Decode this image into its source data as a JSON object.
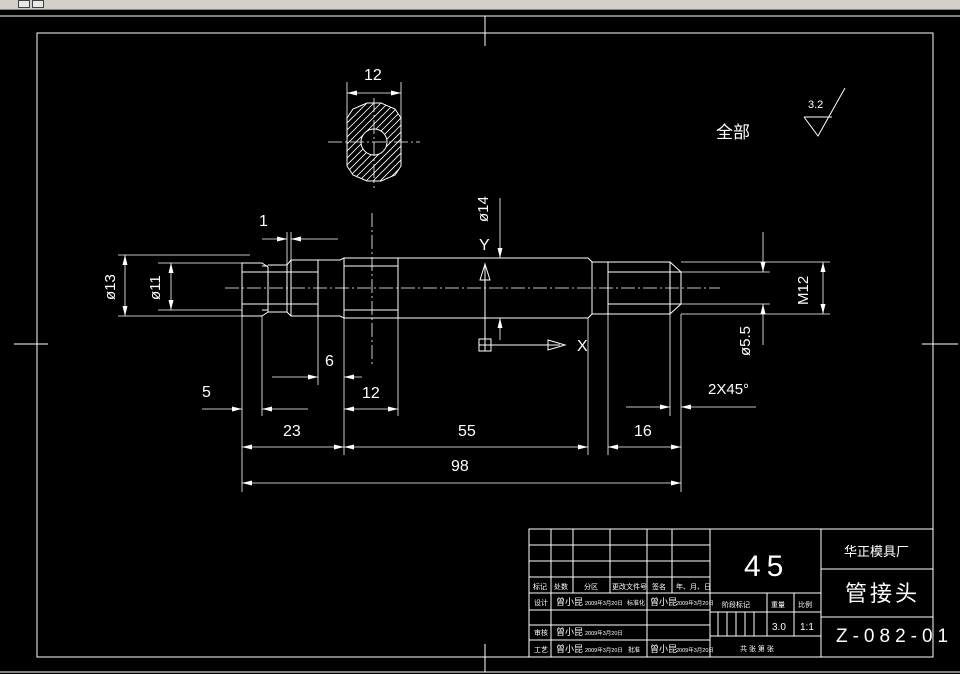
{
  "window": {
    "toolbar_tabs": 2
  },
  "drawing": {
    "dims": {
      "section_width": "12",
      "groove_width": "1",
      "dia_14": "ø14",
      "dia_13": "ø13",
      "dia_11": "ø11",
      "thread": "M12",
      "dia_5_5": "ø5.5",
      "len_6": "6",
      "len_12": "12",
      "len_5": "5",
      "chamfer": "2X45°",
      "len_23": "23",
      "len_55": "55",
      "len_16": "16",
      "len_98": "98"
    },
    "roughness_value": "3.2",
    "roughness_note": "全部",
    "ucs": {
      "y": "Y",
      "x": "X"
    }
  },
  "title_block": {
    "material": "45",
    "company": "华正模具厂",
    "part_name": "管接头",
    "drawing_no": "Z-082-01",
    "header_labels": [
      "标记",
      "处数",
      "分区",
      "更改文件号",
      "签名",
      "年、月、日"
    ],
    "row_design": {
      "label": "设计",
      "name1": "曾小昆",
      "date1": "2009年3月20日",
      "std": "标准化",
      "name2": "曾小昆",
      "date2": "2009年3月20日"
    },
    "row_check": {
      "label": "审核",
      "name1": "曾小昆",
      "date1": "2009年3月20日"
    },
    "row_process": {
      "label": "工艺",
      "name1": "曾小昆",
      "date1": "2009年3月20日",
      "approve": "批准",
      "name2": "曾小昆",
      "date2": "2009年3月20日"
    },
    "stage_label": "阶段标记",
    "weight_label": "重量",
    "scale_label": "比例",
    "weight": "3.0",
    "scale": "1:1",
    "sheet_info": "共 张  第 张"
  }
}
